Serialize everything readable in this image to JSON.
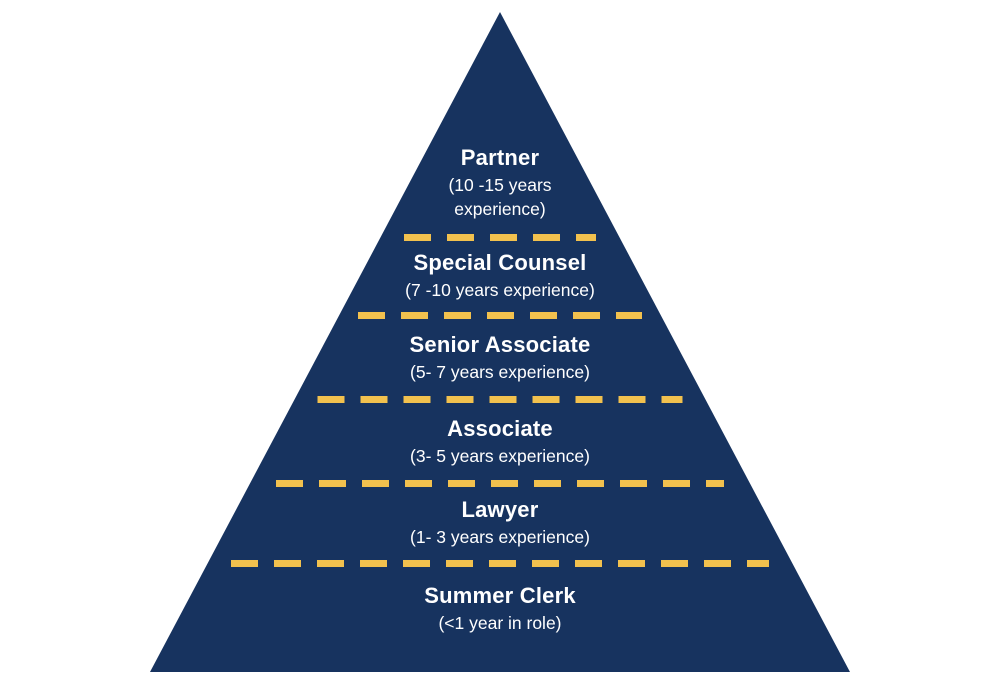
{
  "diagram": {
    "type": "pyramid",
    "subject": "law-firm-career-hierarchy",
    "colors": {
      "pyramid": "#17335f",
      "divider": "#f2c14e",
      "text": "#ffffff",
      "background": "#ffffff"
    },
    "levels": [
      {
        "title": "Partner",
        "subtitle": "(10 -15 years experience)"
      },
      {
        "title": "Special Counsel",
        "subtitle": "(7 -10 years experience)"
      },
      {
        "title": "Senior Associate",
        "subtitle": "(5- 7 years experience)"
      },
      {
        "title": "Associate",
        "subtitle": "(3- 5 years experience)"
      },
      {
        "title": "Lawyer",
        "subtitle": "(1- 3 years experience)"
      },
      {
        "title": "Summer Clerk",
        "subtitle": "(<1 year in role)"
      }
    ]
  }
}
